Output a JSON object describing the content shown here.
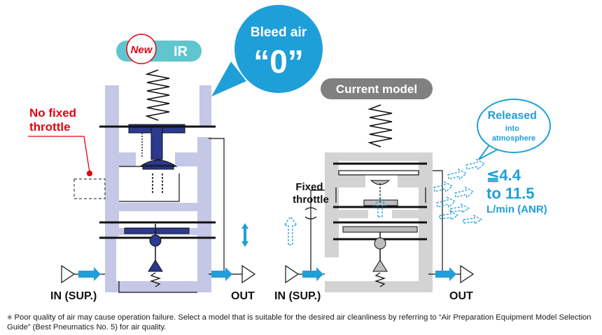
{
  "new_badge": {
    "new_text": "New",
    "product": "IR"
  },
  "bleed_callout": {
    "line1": "Bleed air",
    "line2": "“0”"
  },
  "no_fixed_throttle": {
    "line1": "No fixed",
    "line2": "throttle"
  },
  "current_model": "Current model",
  "fixed_throttle": {
    "line1": "Fixed",
    "line2": "throttle"
  },
  "released_callout": {
    "line1": "Released",
    "line2": "into",
    "line3": "atmosphere"
  },
  "bleed_rate": {
    "line1": "≦4.4",
    "line2": "to 11.5",
    "line3": "L/min (ANR)"
  },
  "ports": {
    "in_left": "IN (SUP.)",
    "out_left": "OUT",
    "in_right": "IN (SUP.)",
    "out_right": "OUT"
  },
  "footnote": {
    "mark": "※",
    "text": "Poor quality of air may cause operation failure. Select a model that is suitable for the desired air cleanliness by referring to “Air Preparation Equipment Model Selection Guide” (Best Pneumatics No. 5) for air quality."
  },
  "colors": {
    "accent_blue": "#1e9fd8",
    "teal": "#5fc6cf",
    "lavender": "#c5c7e6",
    "gray_body": "#d3d3d3",
    "red": "#e60012",
    "dark_blue": "#2b3a8f"
  }
}
